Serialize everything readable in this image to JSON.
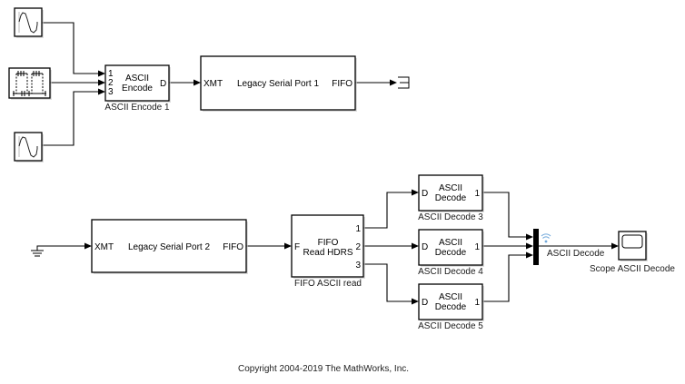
{
  "diagram": {
    "type": "simulink-model",
    "copyright": "Copyright 2004-2019 The MathWorks, Inc."
  },
  "blocks": {
    "sine1": {
      "icon": "sine-wave-icon"
    },
    "pulse": {
      "icon": "pulse-train-icon"
    },
    "sine2": {
      "icon": "sine-wave-icon"
    },
    "encode": {
      "line1": "ASCII",
      "line2": "Encode",
      "inports": [
        "1",
        "2",
        "3"
      ],
      "outport": "D",
      "name": "ASCII Encode 1"
    },
    "serial1": {
      "title": "Legacy Serial Port 1",
      "inport": "XMT",
      "outport": "FIFO"
    },
    "terminator": {
      "icon": "terminator-icon"
    },
    "ground": {
      "icon": "ground-icon"
    },
    "serial2": {
      "title": "Legacy Serial Port 2",
      "inport": "XMT",
      "outport": "FIFO"
    },
    "fifo": {
      "line1": "FIFO",
      "line2": "Read HDRS",
      "inport": "F",
      "outports": [
        "1",
        "2",
        "3"
      ],
      "name": "FIFO ASCII read"
    },
    "decode3": {
      "line1": "ASCII",
      "line2": "Decode",
      "inport": "D",
      "outport": "1",
      "name": "ASCII Decode 3"
    },
    "decode4": {
      "line1": "ASCII",
      "line2": "Decode",
      "inport": "D",
      "outport": "1",
      "name": "ASCII Decode 4"
    },
    "decode5": {
      "line1": "ASCII",
      "line2": "Decode",
      "inport": "D",
      "outport": "1",
      "name": "ASCII Decode 5"
    },
    "mux": {
      "icon": "mux-bar-icon"
    },
    "scope": {
      "name": "Scope ASCII Decode",
      "icon": "scope-icon"
    }
  },
  "signals": {
    "mux_out": {
      "label": "ASCII Decode",
      "icon": "signal-logging-icon",
      "icon_color": "#5b9bd5"
    }
  }
}
